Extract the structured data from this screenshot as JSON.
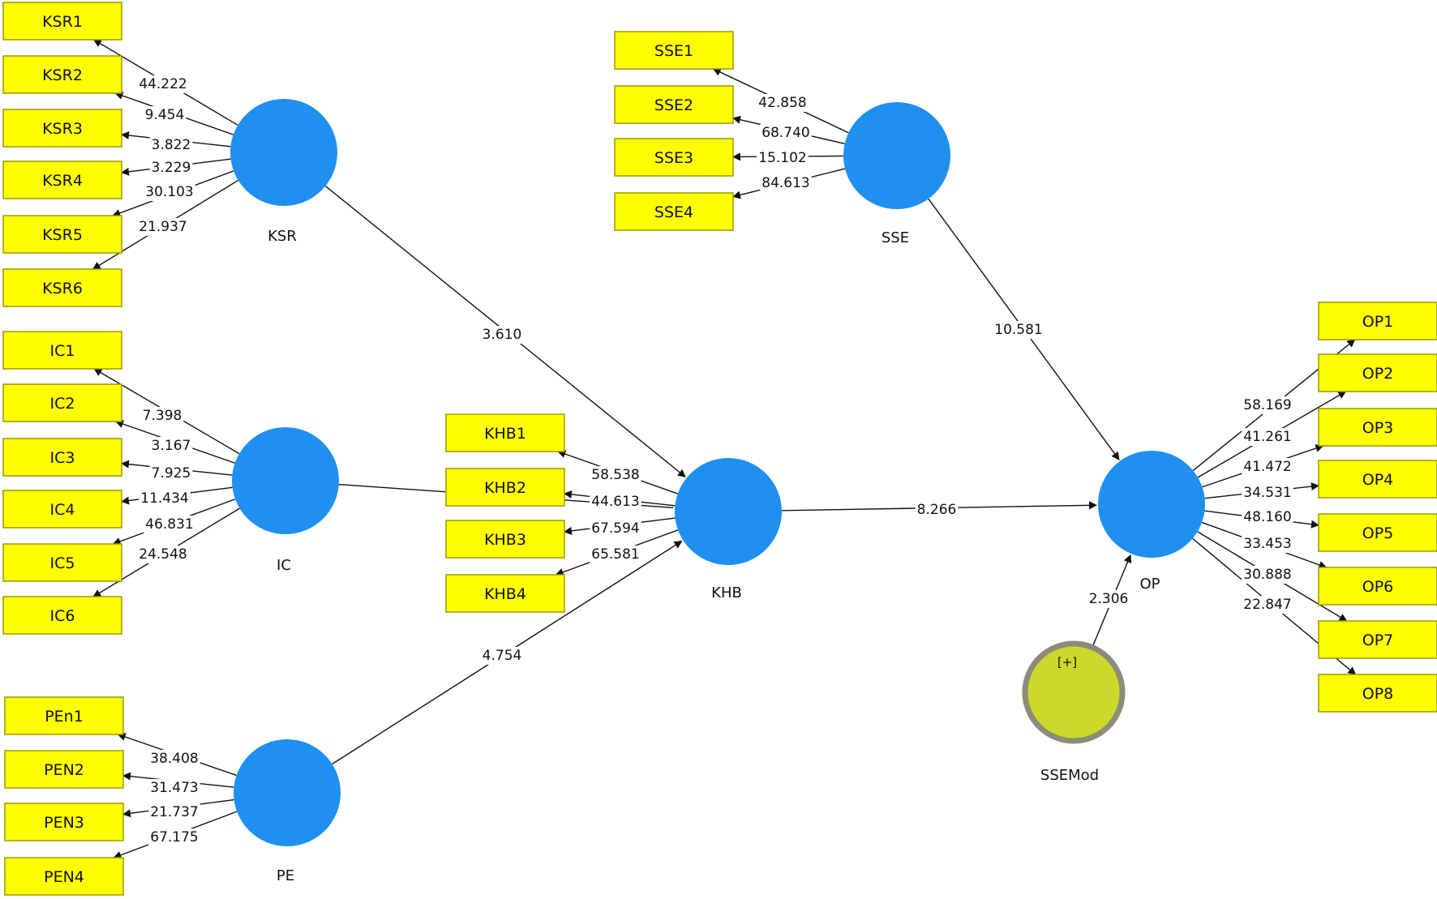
{
  "constructs": [
    {
      "id": "KSR",
      "label": "KSR"
    },
    {
      "id": "IC",
      "label": "IC"
    },
    {
      "id": "PE",
      "label": "PE"
    },
    {
      "id": "KHB",
      "label": "KHB"
    },
    {
      "id": "SSE",
      "label": "SSE"
    },
    {
      "id": "OP",
      "label": "OP"
    },
    {
      "id": "SSEMod",
      "label": "SSEMod",
      "tag": "[+]"
    }
  ],
  "indicators": [
    {
      "id": "KSR1",
      "label": "KSR1",
      "construct": "KSR",
      "value": "44.222"
    },
    {
      "id": "KSR2",
      "label": "KSR2",
      "construct": "KSR",
      "value": "9.454"
    },
    {
      "id": "KSR3",
      "label": "KSR3",
      "construct": "KSR",
      "value": "3.822"
    },
    {
      "id": "KSR4",
      "label": "KSR4",
      "construct": "KSR",
      "value": "3.229"
    },
    {
      "id": "KSR5",
      "label": "KSR5",
      "construct": "KSR",
      "value": "30.103"
    },
    {
      "id": "KSR6",
      "label": "KSR6",
      "construct": "KSR",
      "value": "21.937"
    },
    {
      "id": "IC1",
      "label": "IC1",
      "construct": "IC",
      "value": "7.398"
    },
    {
      "id": "IC2",
      "label": "IC2",
      "construct": "IC",
      "value": "3.167"
    },
    {
      "id": "IC3",
      "label": "IC3",
      "construct": "IC",
      "value": "7.925"
    },
    {
      "id": "IC4",
      "label": "IC4",
      "construct": "IC",
      "value": "11.434"
    },
    {
      "id": "IC5",
      "label": "IC5",
      "construct": "IC",
      "value": "46.831"
    },
    {
      "id": "IC6",
      "label": "IC6",
      "construct": "IC",
      "value": "24.548"
    },
    {
      "id": "PEn1",
      "label": "PEn1",
      "construct": "PE",
      "value": "38.408"
    },
    {
      "id": "PEN2",
      "label": "PEN2",
      "construct": "PE",
      "value": "31.473"
    },
    {
      "id": "PEN3",
      "label": "PEN3",
      "construct": "PE",
      "value": "21.737"
    },
    {
      "id": "PEN4",
      "label": "PEN4",
      "construct": "PE",
      "value": "67.175"
    },
    {
      "id": "KHB1",
      "label": "KHB1",
      "construct": "KHB",
      "value": "58.538"
    },
    {
      "id": "KHB2",
      "label": "KHB2",
      "construct": "KHB",
      "value": "44.613"
    },
    {
      "id": "KHB3",
      "label": "KHB3",
      "construct": "KHB",
      "value": "67.594"
    },
    {
      "id": "KHB4",
      "label": "KHB4",
      "construct": "KHB",
      "value": "65.581"
    },
    {
      "id": "SSE1",
      "label": "SSE1",
      "construct": "SSE",
      "value": "42.858"
    },
    {
      "id": "SSE2",
      "label": "SSE2",
      "construct": "SSE",
      "value": "68.740"
    },
    {
      "id": "SSE3",
      "label": "SSE3",
      "construct": "SSE",
      "value": "15.102"
    },
    {
      "id": "SSE4",
      "label": "SSE4",
      "construct": "SSE",
      "value": "84.613"
    },
    {
      "id": "OP1",
      "label": "OP1",
      "construct": "OP",
      "value": "58.169"
    },
    {
      "id": "OP2",
      "label": "OP2",
      "construct": "OP",
      "value": "41.261"
    },
    {
      "id": "OP3",
      "label": "OP3",
      "construct": "OP",
      "value": "41.472"
    },
    {
      "id": "OP4",
      "label": "OP4",
      "construct": "OP",
      "value": "34.531"
    },
    {
      "id": "OP5",
      "label": "OP5",
      "construct": "OP",
      "value": "48.160"
    },
    {
      "id": "OP6",
      "label": "OP6",
      "construct": "OP",
      "value": "33.453"
    },
    {
      "id": "OP7",
      "label": "OP7",
      "construct": "OP",
      "value": "30.888"
    },
    {
      "id": "OP8",
      "label": "OP8",
      "construct": "OP",
      "value": "22.847"
    }
  ],
  "paths": [
    {
      "from": "KSR",
      "to": "KHB",
      "value": "3.610"
    },
    {
      "from": "IC",
      "to": "KHB",
      "value": ""
    },
    {
      "from": "PE",
      "to": "KHB",
      "value": "4.754"
    },
    {
      "from": "KHB",
      "to": "OP",
      "value": "8.266"
    },
    {
      "from": "SSE",
      "to": "OP",
      "value": "10.581"
    },
    {
      "from": "SSEMod",
      "to": "OP",
      "value": "2.306"
    }
  ],
  "colors": {
    "construct_fill": "#1f8ff0",
    "indicator_fill": "#ffff00",
    "moderator_fill": "#ccd92b",
    "moderator_ring": "#8c8c78"
  }
}
